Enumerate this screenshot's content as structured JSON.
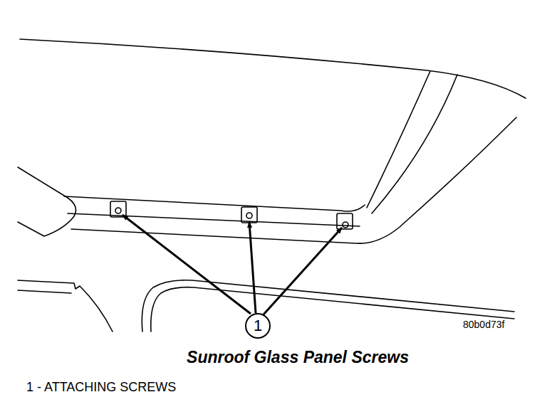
{
  "diagram": {
    "caption": "Sunroof Glass Panel Screws",
    "nodes": [
      {
        "text": [
          "1"
        ]
      }
    ],
    "labels": [
      "80b0d73f",
      "1 - ATTACHING SCREWS"
    ]
  }
}
